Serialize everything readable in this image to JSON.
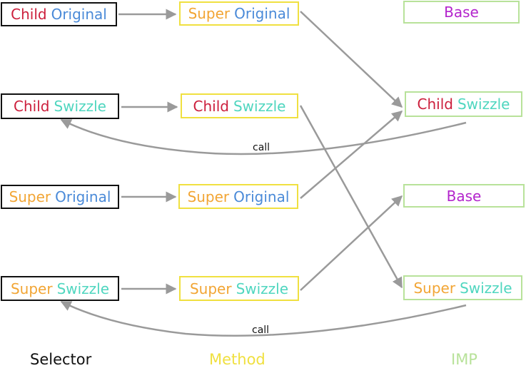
{
  "colors": {
    "child": "#cc1f3c",
    "super": "#f2a534",
    "original": "#4a8ad8",
    "swizzle": "#4fd6bf",
    "base": "#b324cc",
    "selector_border": "#111111",
    "method_border": "#f0e040",
    "imp_border": "#b8e29a",
    "arrow": "#9a9a9a"
  },
  "words": {
    "child": "Child",
    "super": "Super",
    "original": "Original",
    "swizzle": "Swizzle",
    "base": "Base"
  },
  "call_label": "call",
  "legend": {
    "selector": "Selector",
    "method": "Method",
    "imp": "IMP"
  }
}
